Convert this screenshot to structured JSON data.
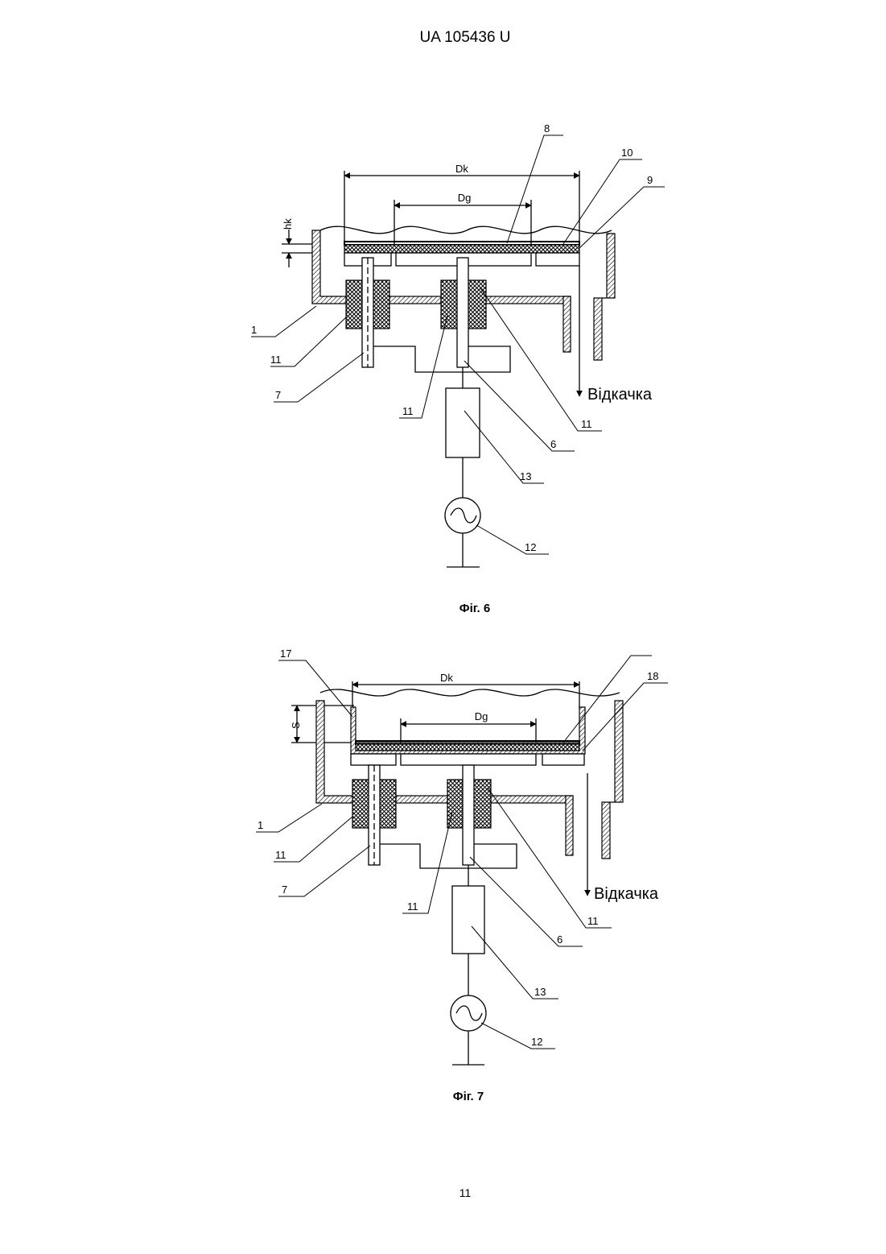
{
  "header": {
    "doc_id": "UA   105436   U"
  },
  "page_number": "11",
  "figures": [
    {
      "caption": "Фіг. 6",
      "dimensions": {
        "outer": "Dk",
        "inner": "Dg",
        "gap": "hk"
      },
      "pump_label": "Відкачка",
      "callouts": [
        "8",
        "10",
        "9",
        "1",
        "11",
        "7",
        "11",
        "6",
        "11",
        "13",
        "12"
      ]
    },
    {
      "caption": "Фіг. 7",
      "dimensions": {
        "outer": "Dk",
        "inner": "Dg",
        "gap": "S"
      },
      "pump_label": "Відкачка",
      "callouts": [
        "17",
        "18",
        "1",
        "11",
        "7",
        "11",
        "6",
        "11",
        "13",
        "12"
      ]
    }
  ]
}
